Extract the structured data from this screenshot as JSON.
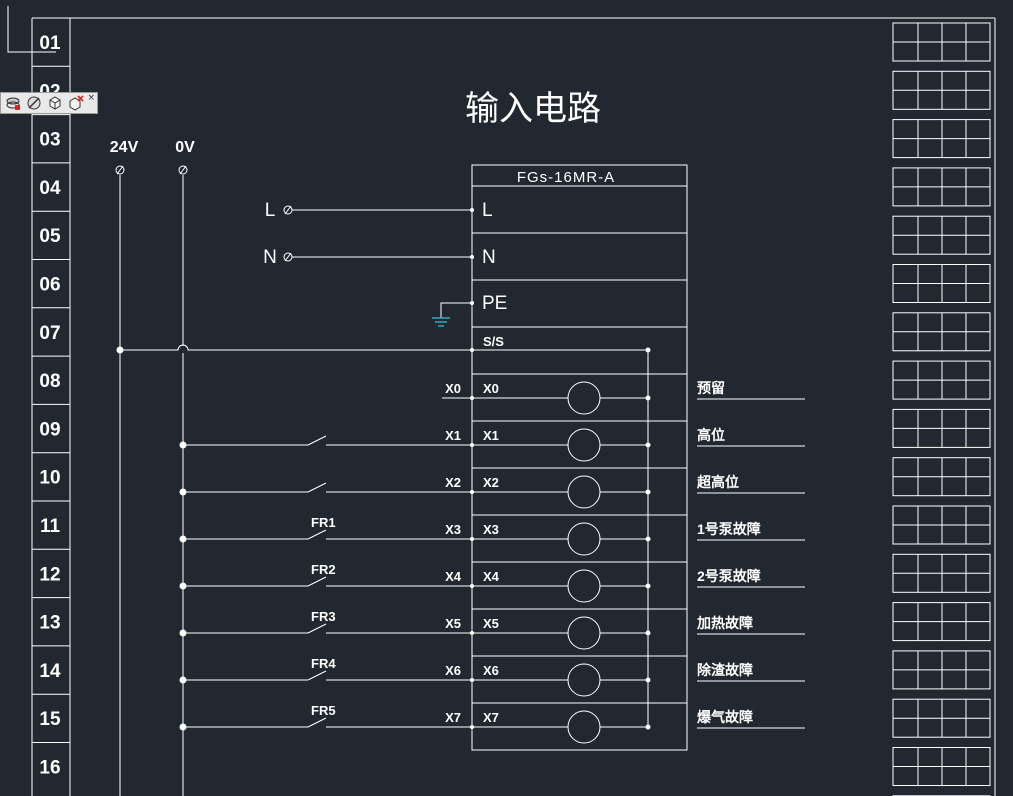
{
  "title": "输入电路",
  "plc_model": "FGs-16MR-A",
  "supply": {
    "v24": "24V",
    "v0": "0V"
  },
  "power_in": {
    "L": "L",
    "N": "N"
  },
  "plc_terminals": {
    "L": "L",
    "N": "N",
    "PE": "PE",
    "SS": "S/S"
  },
  "row_numbers": [
    "01",
    "02",
    "03",
    "04",
    "05",
    "06",
    "07",
    "08",
    "09",
    "10",
    "11",
    "12",
    "13",
    "14",
    "15",
    "16"
  ],
  "inputs": [
    {
      "wire": "X0",
      "terminal": "X0",
      "device": "",
      "desc": "预留"
    },
    {
      "wire": "X1",
      "terminal": "X1",
      "device": "",
      "desc": "高位"
    },
    {
      "wire": "X2",
      "terminal": "X2",
      "device": "",
      "desc": "超高位"
    },
    {
      "wire": "X3",
      "terminal": "X3",
      "device": "FR1",
      "desc": "1号泵故障"
    },
    {
      "wire": "X4",
      "terminal": "X4",
      "device": "FR2",
      "desc": "2号泵故障"
    },
    {
      "wire": "X5",
      "terminal": "X5",
      "device": "FR3",
      "desc": "加热故障"
    },
    {
      "wire": "X6",
      "terminal": "X6",
      "device": "FR4",
      "desc": "除渣故障"
    },
    {
      "wire": "X7",
      "terminal": "X7",
      "device": "FR5",
      "desc": "爆气故障"
    }
  ],
  "colors": {
    "background": "#212830",
    "line": "#ffffff",
    "ground": "#34c6d6"
  },
  "toolbar": {
    "icons": [
      "layer-icon",
      "layer-off-icon",
      "cube-icon",
      "cube-delete-icon"
    ],
    "close_label": "×"
  }
}
